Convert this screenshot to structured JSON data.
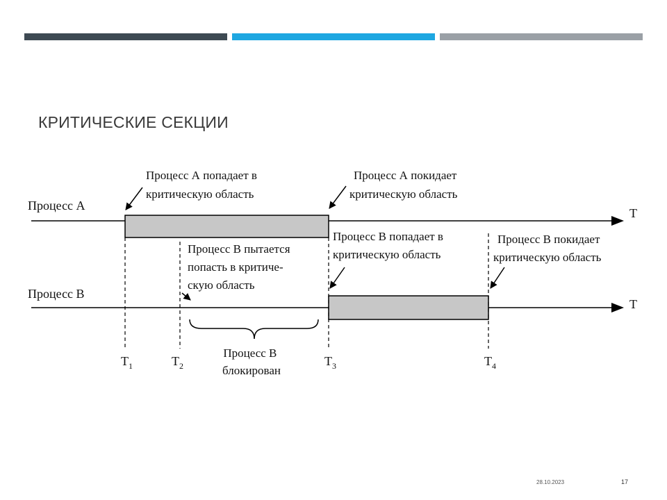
{
  "header": {
    "accent_colors": [
      "#3e4a53",
      "#1ea7e1",
      "#9aa0a6"
    ]
  },
  "slide": {
    "title": "Критические секции"
  },
  "diagram": {
    "process_a_label": "Процесс А",
    "process_b_label": "Процесс B",
    "axis_a_label": "T",
    "axis_b_label": "T",
    "note_a_enter": [
      "Процесс А попадает в",
      "критическую область"
    ],
    "note_a_leave": [
      "Процесс А покидает",
      "критическую область"
    ],
    "note_b_try": [
      "Процесс В пытается",
      "попасть в критиче-",
      "скую область"
    ],
    "note_b_enter": [
      "Процесс В попадает в",
      "критическую область"
    ],
    "note_b_leave": [
      "Процесс В покидает",
      "критическую область"
    ],
    "blocked": [
      "Процесс В",
      "блокирован"
    ],
    "times": [
      {
        "main": "T",
        "sub": "1"
      },
      {
        "main": "T",
        "sub": "2"
      },
      {
        "main": "T",
        "sub": "3"
      },
      {
        "main": "T",
        "sub": "4"
      }
    ],
    "bar_fill": "#c7c7c7"
  },
  "footer": {
    "date": "28.10.2023",
    "page": "17"
  }
}
